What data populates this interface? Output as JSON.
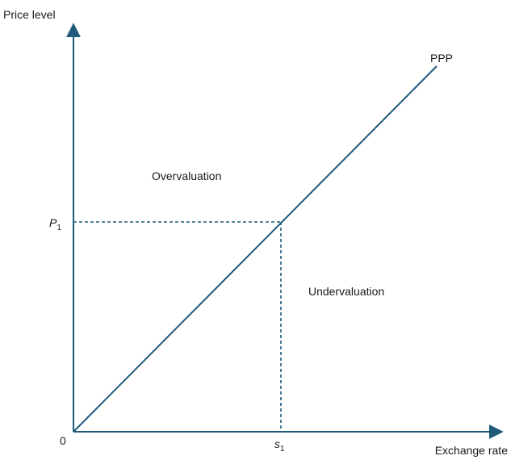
{
  "diagram": {
    "y_axis_label": "Price level",
    "x_axis_label": "Exchange rate",
    "origin_label": "0",
    "curve_label": "PPP",
    "p_label": {
      "base": "P",
      "sub": "1"
    },
    "s_label": {
      "base": "s",
      "sub": "1"
    },
    "region_above": "Overvaluation",
    "region_below": "Undervaluation"
  },
  "colors": {
    "axis": "#1f5a7a",
    "curve": "#1f5a7a",
    "guide": "#1f5a7a",
    "text": "#1a1a1a"
  }
}
